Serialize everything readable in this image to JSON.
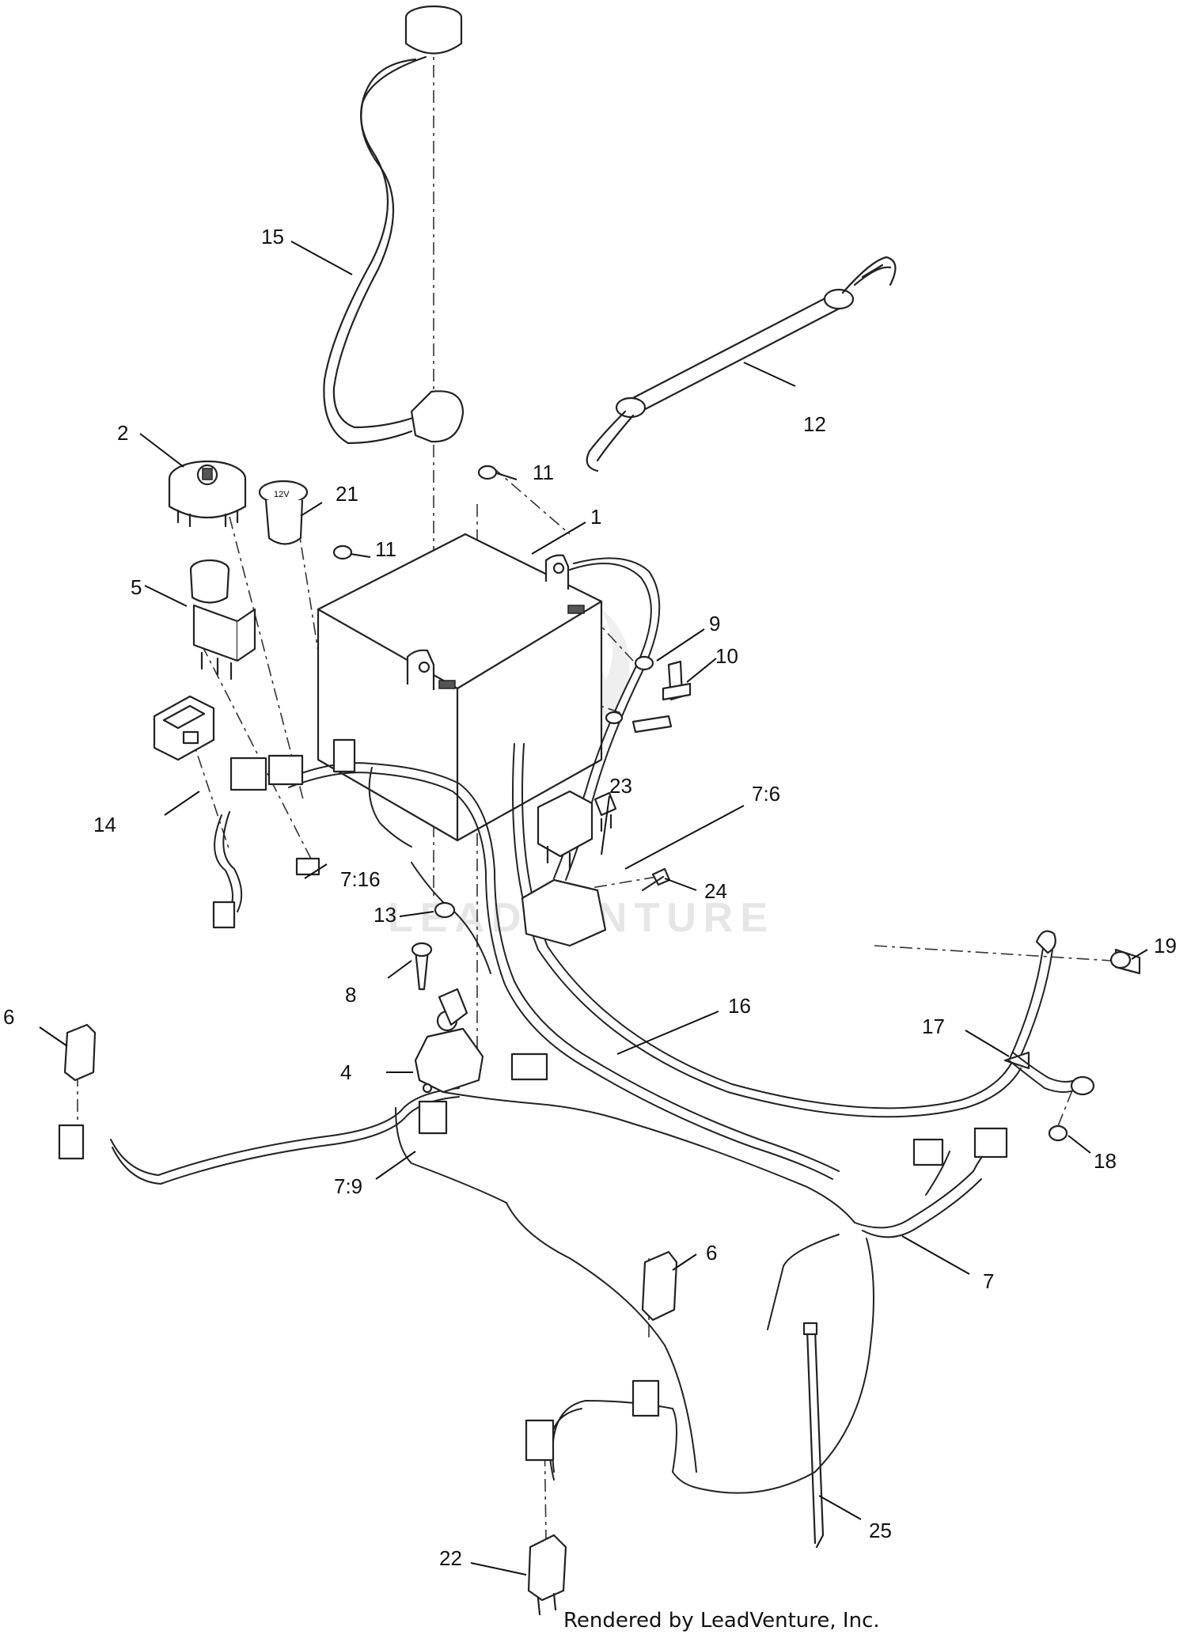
{
  "credit": "Rendered by LeadVenture, Inc.",
  "watermark": "LEADVENTURE",
  "callouts": [
    {
      "id": "1",
      "label": "1"
    },
    {
      "id": "2",
      "label": "2"
    },
    {
      "id": "4",
      "label": "4"
    },
    {
      "id": "5",
      "label": "5"
    },
    {
      "id": "6a",
      "label": "6"
    },
    {
      "id": "6b",
      "label": "6"
    },
    {
      "id": "7",
      "label": "7"
    },
    {
      "id": "7-6",
      "label": "7:6"
    },
    {
      "id": "7-9",
      "label": "7:9"
    },
    {
      "id": "7-16",
      "label": "7:16"
    },
    {
      "id": "8",
      "label": "8"
    },
    {
      "id": "9",
      "label": "9"
    },
    {
      "id": "10",
      "label": "10"
    },
    {
      "id": "11a",
      "label": "11"
    },
    {
      "id": "11b",
      "label": "11"
    },
    {
      "id": "12",
      "label": "12"
    },
    {
      "id": "13",
      "label": "13"
    },
    {
      "id": "14",
      "label": "14"
    },
    {
      "id": "15",
      "label": "15"
    },
    {
      "id": "16",
      "label": "16"
    },
    {
      "id": "17",
      "label": "17"
    },
    {
      "id": "18",
      "label": "18"
    },
    {
      "id": "19",
      "label": "19"
    },
    {
      "id": "21",
      "label": "21"
    },
    {
      "id": "22",
      "label": "22"
    },
    {
      "id": "23",
      "label": "23"
    },
    {
      "id": "24",
      "label": "24"
    },
    {
      "id": "25",
      "label": "25"
    }
  ]
}
